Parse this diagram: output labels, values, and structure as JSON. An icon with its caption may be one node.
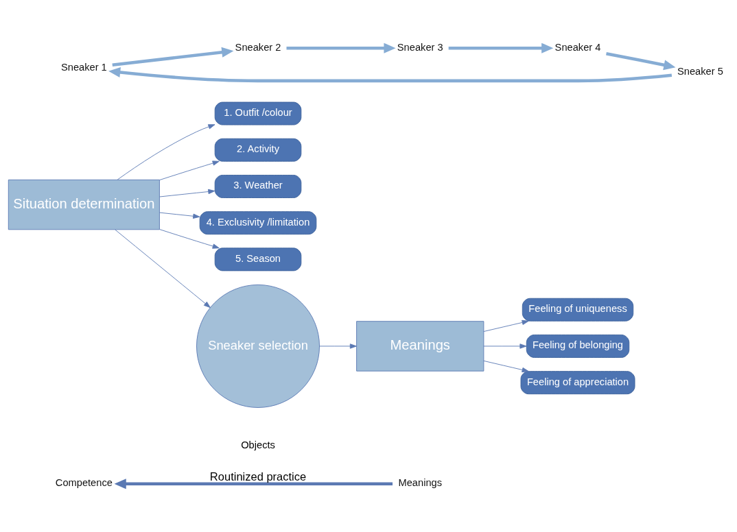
{
  "diagram": {
    "nodes": [
      {
        "text": [
          "Competence"
        ]
      },
      {
        "text": [
          "Situation determination"
        ]
      },
      {
        "text": [
          "1. Outfit /colour"
        ]
      },
      {
        "text": [
          "2. Activity"
        ]
      },
      {
        "text": [
          "3. Weather"
        ]
      },
      {
        "text": [
          "4. Exclusivity /limitation"
        ]
      },
      {
        "text": [
          "5. Season"
        ]
      },
      {
        "text": [
          "Sneaker selection"
        ],
        "beside": [
          "Objects"
        ]
      },
      {
        "text": [
          "Sneaker 1"
        ]
      },
      {
        "text": [
          "Sneaker 2"
        ]
      },
      {
        "text": [
          "Sneaker 3"
        ]
      },
      {
        "text": [
          "Sneaker 4"
        ]
      },
      {
        "text": [
          "Sneaker 5"
        ]
      },
      {
        "text": [
          "Meanings"
        ]
      },
      {
        "text": [
          "Meanings"
        ]
      },
      {
        "text": [
          "Feeling of uniqueness"
        ]
      },
      {
        "text": [
          "Feeling of belonging"
        ]
      },
      {
        "text": [
          "Feeling of appreciation"
        ]
      }
    ],
    "edges": [
      {
        "from": 13,
        "to": 0,
        "arrow": "to",
        "label": "Routinized practice",
        "style": "thick",
        "color": "#5b79b3"
      },
      {
        "from": 1,
        "to": 7,
        "arrow": "to"
      },
      {
        "from": 7,
        "to": 14,
        "arrow": "to"
      },
      {
        "from": 8,
        "to": 9,
        "arrow": "to",
        "style": "thick",
        "color": "#86acd4"
      },
      {
        "from": 9,
        "to": 10,
        "arrow": "to",
        "style": "thick",
        "color": "#86acd4"
      },
      {
        "from": 10,
        "to": 11,
        "arrow": "to",
        "style": "thick",
        "color": "#86acd4"
      },
      {
        "from": 11,
        "to": 12,
        "arrow": "to",
        "style": "thick",
        "color": "#86acd4"
      },
      {
        "from": 12,
        "to": 8,
        "arrow": "to",
        "style": "thick",
        "color": "#86acd4"
      },
      {
        "from": 1,
        "to": 2,
        "arrow": "to"
      },
      {
        "from": 1,
        "to": 3,
        "arrow": "to"
      },
      {
        "from": 1,
        "to": 4,
        "arrow": "to"
      },
      {
        "from": 1,
        "to": 5,
        "arrow": "to"
      },
      {
        "from": 1,
        "to": 6,
        "arrow": "to"
      },
      {
        "from": 14,
        "to": 15,
        "arrow": "to"
      },
      {
        "from": 14,
        "to": 16,
        "arrow": "to"
      },
      {
        "from": 14,
        "to": 17,
        "arrow": "to"
      }
    ]
  }
}
